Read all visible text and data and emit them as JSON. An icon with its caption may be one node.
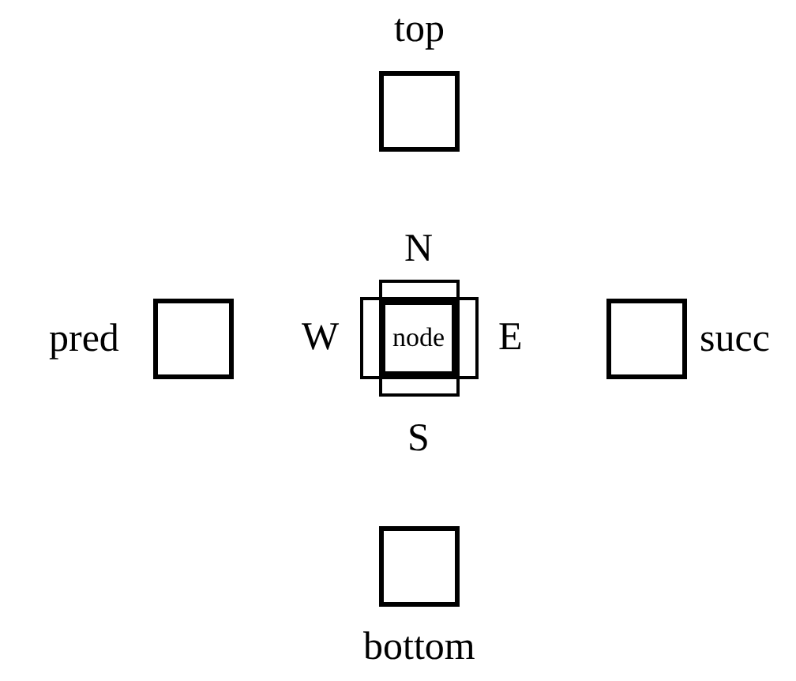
{
  "diagram": {
    "nodes": [
      {
        "text": [
          "top"
        ]
      },
      {
        "text": [
          "pred"
        ]
      },
      {
        "text": [],
        "shape": "box"
      },
      {
        "text": [],
        "shape": "box"
      },
      {
        "text": [
          "node"
        ]
      },
      {
        "text": [
          "succ"
        ]
      },
      {
        "text": [
          "bottom"
        ]
      }
    ],
    "labels": [
      "N",
      "W",
      "E",
      "S"
    ]
  }
}
